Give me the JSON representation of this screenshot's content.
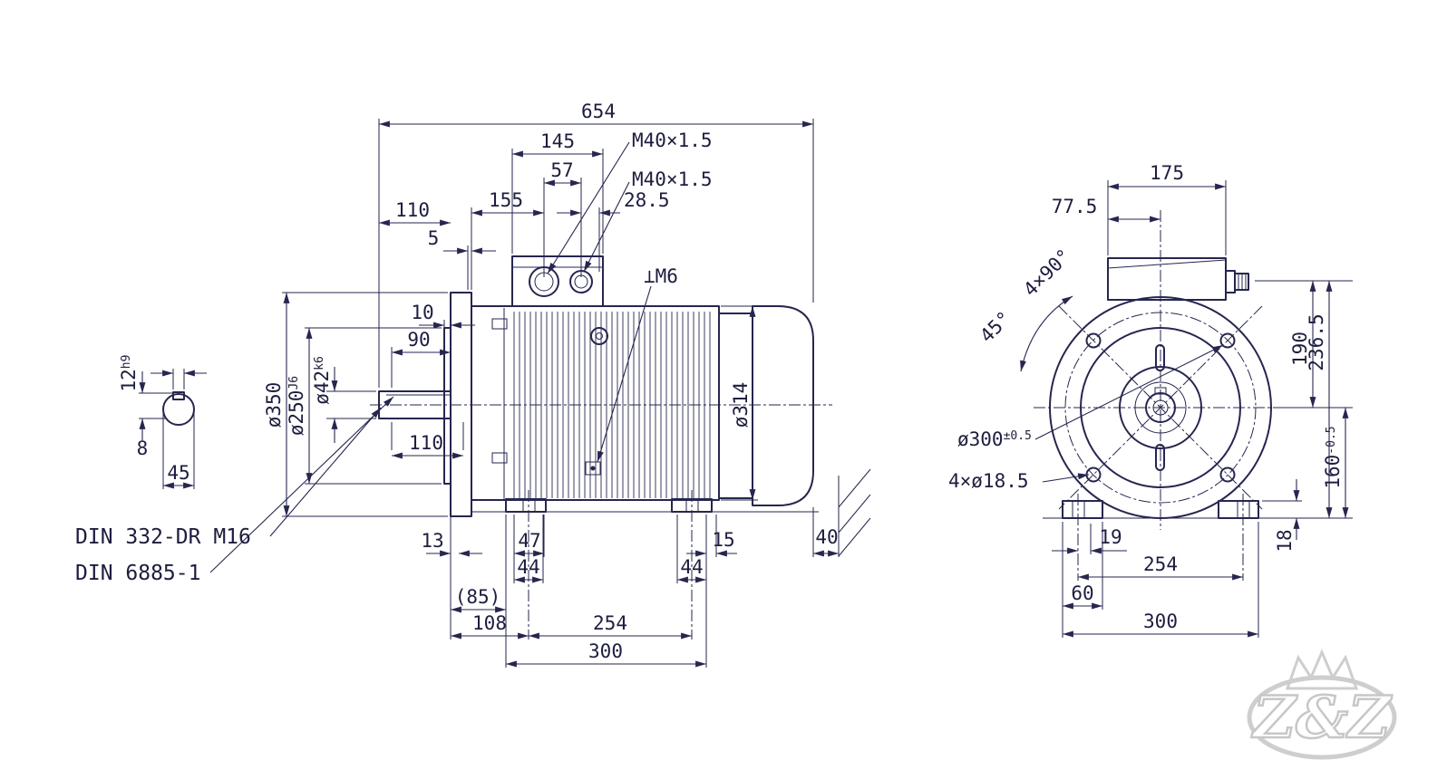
{
  "colors": {
    "line": "#26264f",
    "text": "#1d1d3f",
    "watermark": "#c9c9c9"
  },
  "side": {
    "total_length": "654",
    "box_width": "145",
    "gland_spacing": "57",
    "gland1": "M40×1.5",
    "gland2": "M40×1.5",
    "len155": "155",
    "len28_5": "28.5",
    "shaft_len": "110",
    "len5": "5",
    "len10": "10",
    "key_len": "90",
    "earth": "⊥M6",
    "dia314": "ø314",
    "dia350": "ø350",
    "dia250": "ø250",
    "dia250_tol": "J6",
    "dia42": "ø42",
    "dia42_tol": "k6",
    "len110b": "110",
    "key_width": "12",
    "key_width_tol": "h9",
    "key_depth": "8",
    "shaft_flat": "45",
    "din_332": "DIN 332-DR M16",
    "din_6885": "DIN 6885-1",
    "len13": "13",
    "len47": "47",
    "len15": "15",
    "len40": "40",
    "len44a": "44",
    "len44b": "44",
    "len85": "(85)",
    "len108": "108",
    "len254": "254",
    "len300": "300"
  },
  "front": {
    "len175": "175",
    "len77_5": "77.5",
    "ang90": "4×90°",
    "ang45": "45°",
    "len236_5": "236.5",
    "len190": "190",
    "dia300": "ø300",
    "dia300_tol": "±0.5",
    "holes": "4×ø18.5",
    "len160": "160",
    "len160_tol": "-0.5",
    "len18": "18",
    "len19": "19",
    "len254": "254",
    "len60": "60",
    "len300": "300"
  },
  "watermark": {
    "text": "Z&Z"
  }
}
